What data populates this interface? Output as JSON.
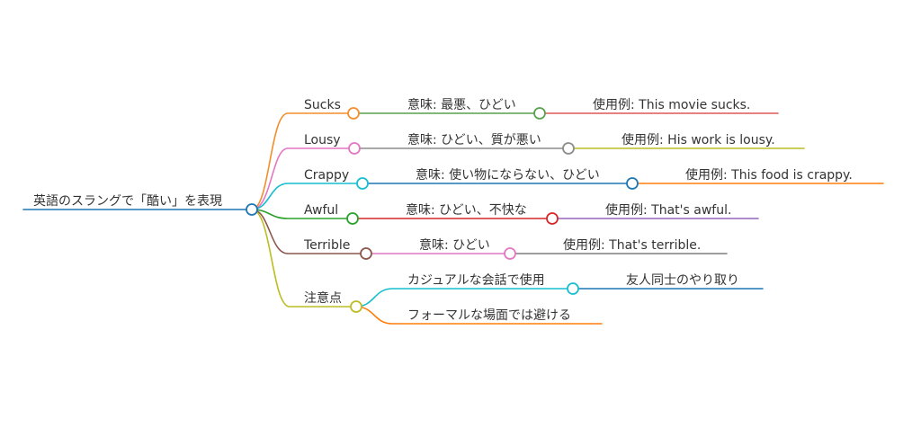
{
  "diagram": {
    "type": "mindmap",
    "root": "英語のスラングで「酷い」を表現",
    "branches": [
      {
        "label": "Sucks",
        "color": "#f28e2b",
        "meaning": "意味: 最悪、ひどい",
        "meaning_color": "#59a14f",
        "example": "使用例: This movie sucks.",
        "example_color": "#e15759"
      },
      {
        "label": "Lousy",
        "color": "#e377c2",
        "meaning": "意味: ひどい、質が悪い",
        "meaning_color": "#8c8c8c",
        "example": "使用例: His work is lousy.",
        "example_color": "#bcbd22"
      },
      {
        "label": "Crappy",
        "color": "#17becf",
        "meaning": "意味: 使い物にならない、ひどい",
        "meaning_color": "#1f77b4",
        "example": "使用例: This food is crappy.",
        "example_color": "#ff7f0e"
      },
      {
        "label": "Awful",
        "color": "#2ca02c",
        "meaning": "意味: ひどい、不快な",
        "meaning_color": "#d62728",
        "example": "使用例: That's awful.",
        "example_color": "#9467bd"
      },
      {
        "label": "Terrible",
        "color": "#8c564b",
        "meaning": "意味: ひどい",
        "meaning_color": "#e377c2",
        "example": "使用例: That's terrible.",
        "example_color": "#7f7f7f"
      },
      {
        "label": "注意点",
        "color": "#bcbd22",
        "children": [
          {
            "text": "カジュアルな会話で使用",
            "color": "#17becf",
            "child": "友人同士のやり取り",
            "child_color": "#1f77b4"
          },
          {
            "text": "フォーマルな場面では避ける",
            "color": "#ff7f0e"
          }
        ]
      }
    ],
    "root_color": "#1f77b4"
  }
}
